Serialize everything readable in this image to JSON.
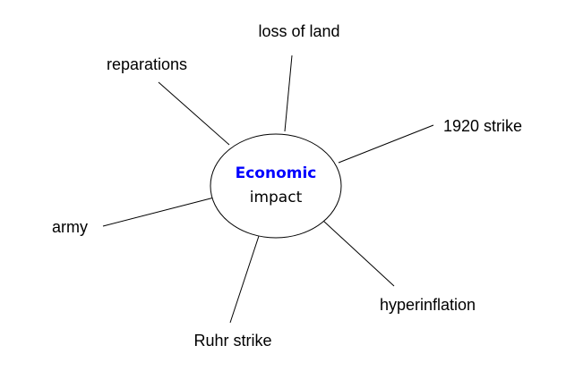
{
  "center": {
    "title": "Economic",
    "subtitle": "impact",
    "title_color": "#0000ff"
  },
  "branches": [
    {
      "label": "loss of land"
    },
    {
      "label": "reparations"
    },
    {
      "label": "1920 strike"
    },
    {
      "label": "army"
    },
    {
      "label": "Ruhr strike"
    },
    {
      "label": "hyperinflation"
    }
  ]
}
